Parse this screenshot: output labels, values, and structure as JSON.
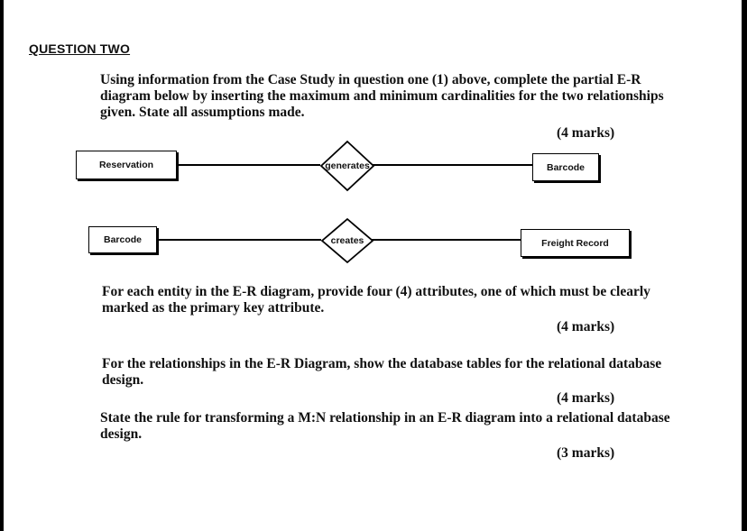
{
  "question_title": "QUESTION TWO",
  "intro": {
    "line1": "Using information from the Case Study in question one (1) above, complete the partial E-R",
    "line2": "diagram below by inserting the maximum and minimum cardinalities for the two relationships",
    "line3": "given. State all assumptions made.",
    "marks": "(4 marks)"
  },
  "diagram": {
    "row1": {
      "left_entity": "Reservation",
      "relationship": "generates",
      "right_entity": "Barcode"
    },
    "row2": {
      "left_entity": "Barcode",
      "relationship": "creates",
      "right_entity": "Freight Record"
    }
  },
  "part2": {
    "line1": "For each entity in the E-R diagram, provide four (4) attributes, one of which must be clearly",
    "line2": "marked as the primary key attribute.",
    "marks": "(4 marks)"
  },
  "part3": {
    "line1": "For the relationships in the E-R Diagram, show the database tables for the relational database",
    "line2": "design.",
    "marks": "(4 marks)"
  },
  "part4": {
    "line1": "State the rule for transforming a M:N relationship in an E-R diagram into a relational database",
    "line2": "design.",
    "marks": "(3 marks)"
  }
}
